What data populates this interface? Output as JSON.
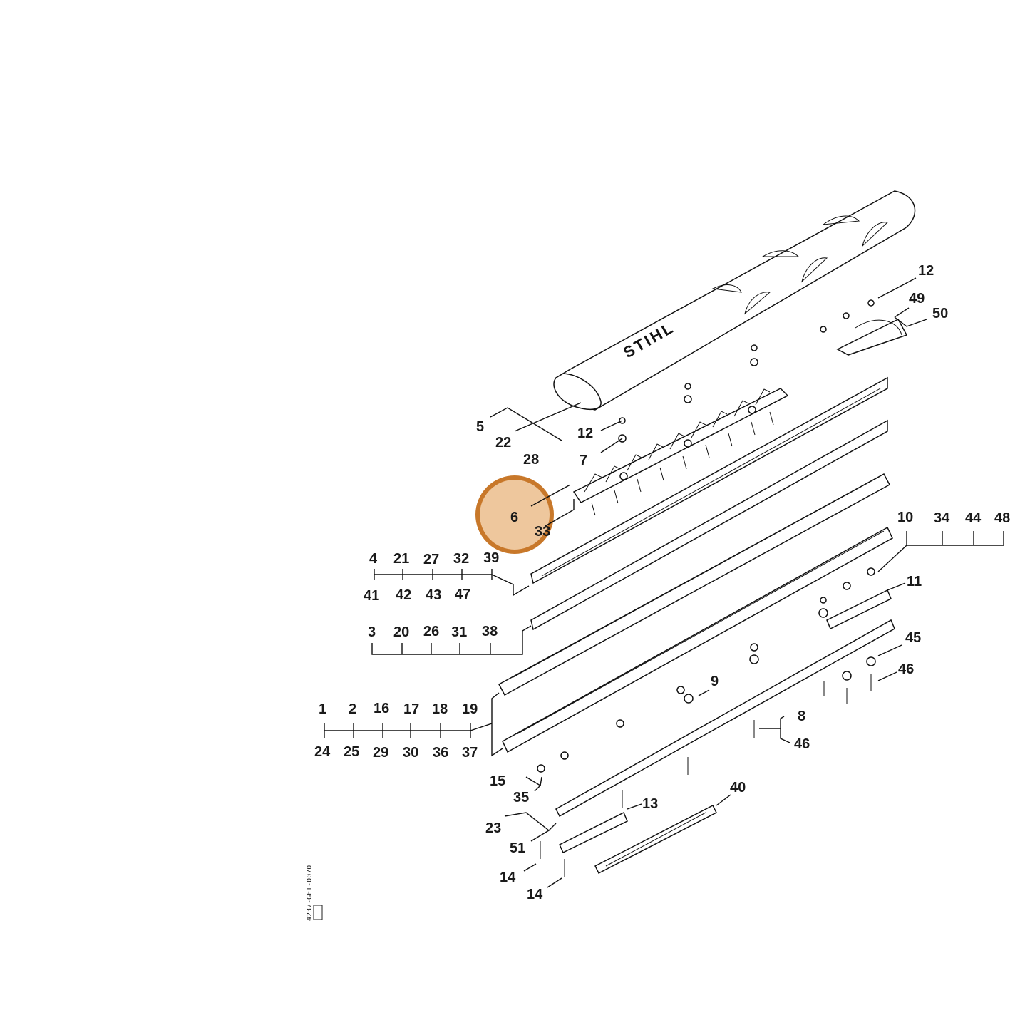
{
  "brand_logo_text": "STIHL",
  "drawing_code": "4237-GET-0070",
  "highlight": {
    "color": "#c8782a",
    "fill": "#e8b47c",
    "target_label": "6"
  },
  "callouts": {
    "c5": "5",
    "c22": "22",
    "c28": "28",
    "c12a": "12",
    "c7": "7",
    "c6": "6",
    "c33": "33",
    "c12b": "12",
    "c49": "49",
    "c50": "50",
    "c4": "4",
    "c21": "21",
    "c27": "27",
    "c32": "32",
    "c39": "39",
    "c41": "41",
    "c42": "42",
    "c43": "43",
    "c47": "47",
    "c3": "3",
    "c20": "20",
    "c26": "26",
    "c31": "31",
    "c38": "38",
    "c10": "10",
    "c34": "34",
    "c44": "44",
    "c48": "48",
    "c11": "11",
    "c45": "45",
    "c46a": "46",
    "c9": "9",
    "c8": "8",
    "c46b": "46",
    "c1": "1",
    "c2": "2",
    "c16": "16",
    "c17": "17",
    "c18": "18",
    "c19": "19",
    "c24": "24",
    "c25": "25",
    "c29": "29",
    "c30": "30",
    "c36": "36",
    "c37": "37",
    "c15": "15",
    "c35": "35",
    "c23": "23",
    "c51": "51",
    "c13": "13",
    "c40": "40",
    "c14a": "14",
    "c14b": "14"
  }
}
